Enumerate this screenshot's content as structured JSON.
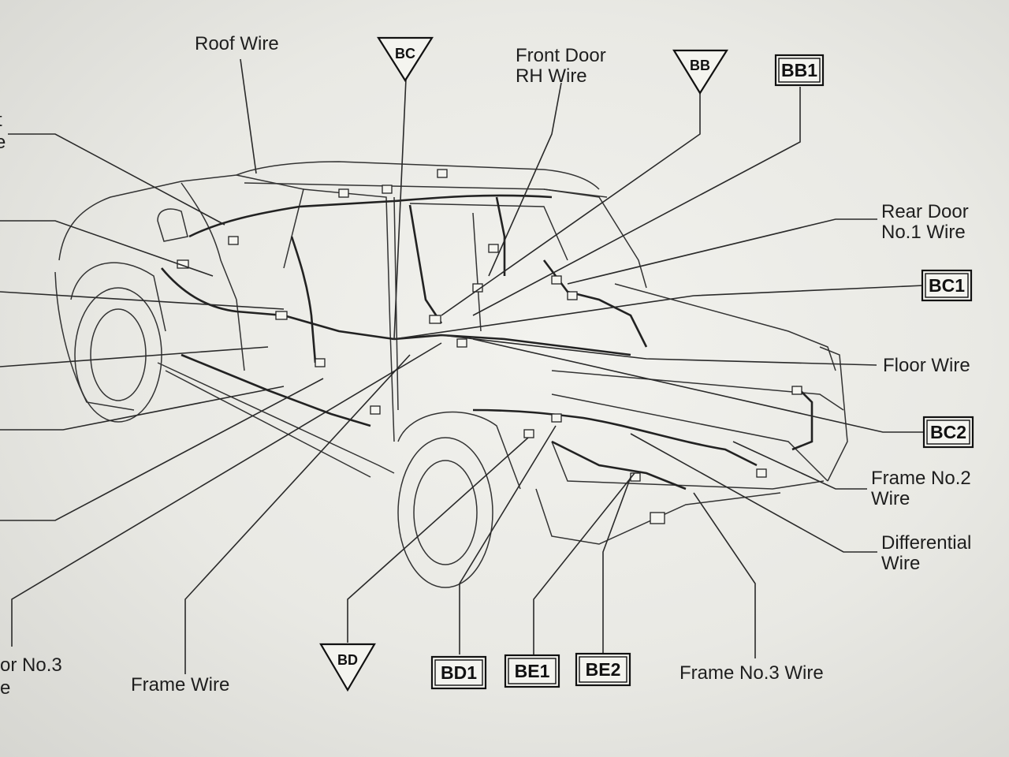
{
  "labels": {
    "roof_wire": "Roof Wire",
    "front_door_rh_wire_line1": "Front Door",
    "front_door_rh_wire_line2": "RH Wire",
    "rear_door_no1_wire_line1": "Rear Door",
    "rear_door_no1_wire_line2": "No.1 Wire",
    "floor_wire": "Floor Wire",
    "frame_no2_wire_line1": "Frame No.2",
    "frame_no2_wire_line2": "Wire",
    "differential_wire_line1": "Differential",
    "differential_wire_line2": "Wire",
    "frame_no3_wire": "Frame No.3 Wire",
    "frame_wire": "Frame Wire",
    "cut_label_left_line1": "or No.3",
    "cut_label_left_line2": "e",
    "cut_label_top_line1": "t",
    "cut_label_top_line2": "e"
  },
  "triangle_markers": {
    "bc": "BC",
    "bb": "BB",
    "bd": "BD"
  },
  "boxed_markers": {
    "bb1": "BB1",
    "bc1": "BC1",
    "bc2": "BC2",
    "bd1": "BD1",
    "be1": "BE1",
    "be2": "BE2"
  }
}
